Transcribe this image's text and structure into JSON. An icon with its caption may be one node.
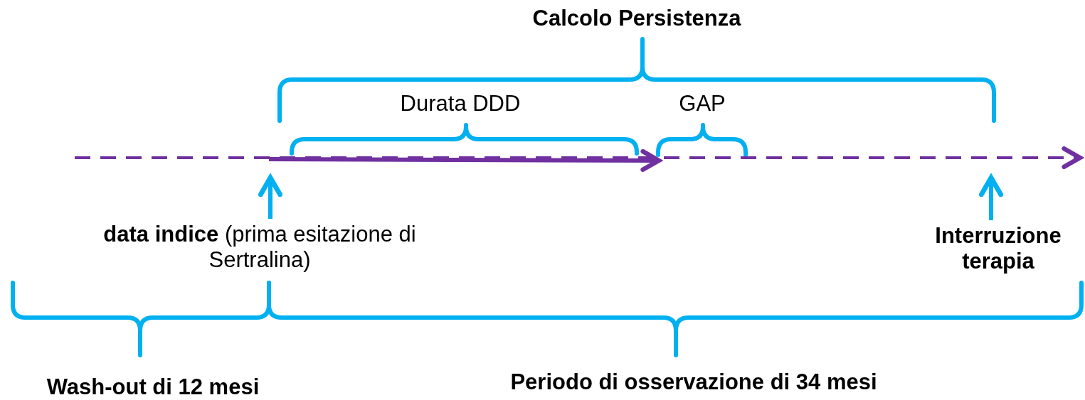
{
  "diagram": {
    "nodes": [
      {
        "text": [
          "**data indice** (prima esitazione di Sertralina)"
        ]
      },
      {
        "text": [
          "Interruzione terapia"
        ]
      }
    ],
    "edges": [
      {
        "from": 0,
        "to": null,
        "arrow": "to"
      },
      {
        "from": 1,
        "to": null,
        "arrow": "to"
      }
    ],
    "labels": [
      "Calcolo Persistenza",
      "Durata DDD",
      "GAP",
      "Wash-out di 12 mesi",
      "Periodo di osservazione di 34 mesi"
    ]
  }
}
